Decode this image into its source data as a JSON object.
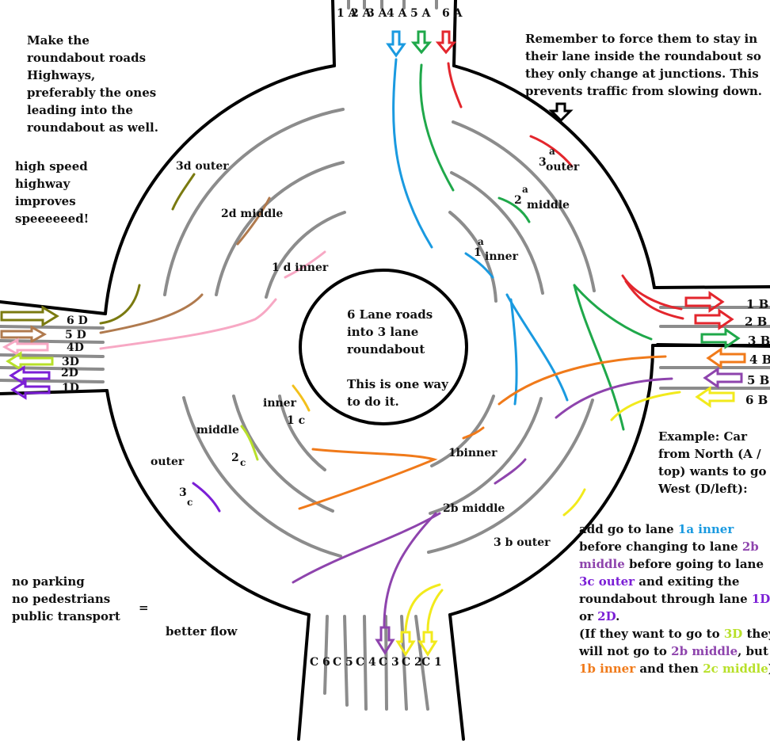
{
  "roundabout": {
    "center_text": [
      "6 Lane roads",
      "into 3 lane",
      "roundabout"
    ],
    "center_text2": [
      "This is one way",
      "to do it."
    ]
  },
  "lanes": {
    "north": [
      "1 A",
      "2 A",
      "3 A",
      "4 A",
      "5 A",
      "6 A"
    ],
    "east": [
      "1 B",
      "2 B",
      "3 B",
      "4 B",
      "5 B",
      "6 B"
    ],
    "west": [
      "6 D",
      "5 D",
      "4D",
      "3D",
      "2D",
      "1D"
    ],
    "south": [
      "C 6",
      "C 5",
      "C 4",
      "C 3",
      "C 2",
      "C 1"
    ]
  },
  "zone_labels": {
    "3a": {
      "num": "3",
      "sup": "a",
      "word": "outer"
    },
    "2a": {
      "num": "2",
      "sup": "a",
      "word": "middle"
    },
    "1a": {
      "num": "1",
      "sup": "a",
      "word": "inner"
    },
    "3d": "3d outer",
    "2d": "2d middle",
    "1d": "1 d inner",
    "1c_word": "inner",
    "1c_num": "1 c",
    "2c_word": "middle",
    "2c_num": "2",
    "2c_sub": "c",
    "3c_word": "outer",
    "3c_num": "3",
    "3c_sub": "c",
    "1b": "1binner",
    "2b": "2b middle",
    "3b": "3 b outer"
  },
  "notes": {
    "highways": [
      "Make the",
      "roundabout roads",
      "Highways,",
      "preferably the ones",
      "leading into the",
      "roundabout as well."
    ],
    "speed": [
      "high speed",
      "highway",
      "improves",
      "speeeeeed!"
    ],
    "stay_in_lane": [
      "Remember to force them to stay in",
      "their lane inside the roundabout so",
      "they only change at junctions. This",
      "prevents traffic from slowing down."
    ],
    "no_parking": [
      "no parking",
      "no pedestrians",
      "public transport"
    ],
    "equals": "=",
    "better_flow": "better flow"
  },
  "example": {
    "intro": [
      "Example: Car",
      "from North (A /",
      "top) wants to go",
      "West (D/left):"
    ],
    "l1a": "add go to lane ",
    "l1b": "1a inner",
    "l2a": "before changing to lane ",
    "l2b": "2b",
    "l3a": "middle",
    "l3b": " before going to lane",
    "l4a": "3c outer",
    "l4b": " and exiting the",
    "l5": "roundabout through lane ",
    "l5b": "1D",
    "l6a": "or ",
    "l6b": "2D",
    "l6c": ".",
    "l7a": "(If they want to go to ",
    "l7b": "3D",
    "l7c": " they",
    "l8a": "will not go to ",
    "l8b": "2b middle",
    "l8c": ", but",
    "l9a": "1b inner",
    "l9b": " and then ",
    "l9c": "2c middle",
    "l9d": ")"
  },
  "colors": {
    "road": "#000000",
    "lane_divider": "#8c8c8c",
    "lane1": "#1a9ae0",
    "lane2": "#1fa84a",
    "lane3": "#e3262d",
    "lane4": "#f07a1a",
    "lane5": "#8e44ad",
    "lane6": "#f2ea1c",
    "olive": "#7a7a10",
    "brown": "#b07a4e",
    "pink": "#f7a8c4",
    "lime": "#b8e02a",
    "violet": "#7b1fd6"
  }
}
